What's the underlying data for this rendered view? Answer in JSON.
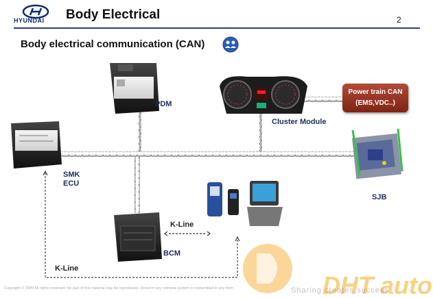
{
  "header": {
    "brand": "HYUNDAI",
    "title": "Body Electrical",
    "page_number": "2"
  },
  "subtitle": "Body electrical communication (CAN)",
  "diagram": {
    "labels": {
      "pdm": "PDM",
      "cluster": "Cluster Module",
      "powertrain_line1": "Power train CAN",
      "powertrain_line2": "(EMS,VDC..)",
      "smk_line1": "SMK",
      "smk_line2": "ECU",
      "sjb": "SJB",
      "bcm": "BCM",
      "kline_bcm": "K-Line",
      "kline_bottom": "K-Line"
    },
    "colors": {
      "module_dark": "#222222",
      "cable": "#8a8a8a",
      "powertrain_box": "#9c3a26",
      "accent": "#1c2d5c"
    }
  },
  "footer": {
    "copyright": "Copyright © 2009 All rights reserved. No part of this material may be reproduced, stored in any retrieval system or transmitted in any form",
    "watermark_logo": "DHT auto",
    "watermark_slogan": "Sharing creates success"
  }
}
